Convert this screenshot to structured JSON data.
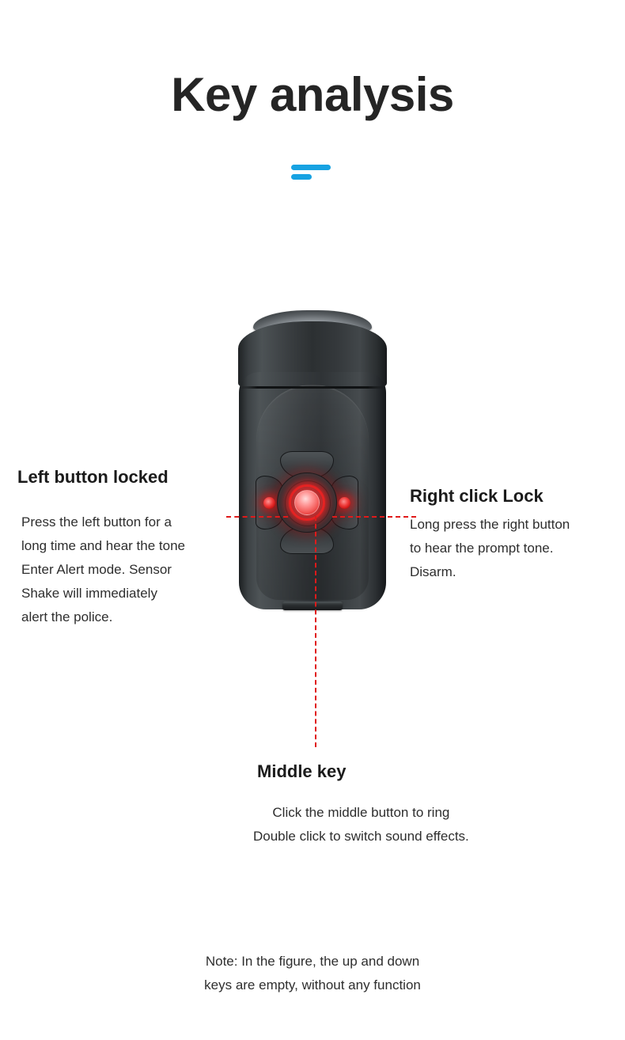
{
  "page": {
    "background_color": "#ffffff",
    "accent_color": "#17a2e2",
    "callout_line_color": "#e01a1a",
    "heading_color": "#1b1b1b",
    "body_text_color": "#2e2e2e"
  },
  "header": {
    "title": "Key analysis",
    "divider": {
      "icon": "double-bar-divider",
      "color": "#17a2e2"
    }
  },
  "device": {
    "name": "personal-alarm-device",
    "description": "Black cylindrical alarm with four-way directional keypad and glowing red center button",
    "parts": {
      "lens": "top-dome-lens",
      "cap": "upper-cap-cylinder",
      "body": "main-body",
      "panel": "arch-inset-panel",
      "foot": "bottom-foot-bar",
      "keypad": "four-way-keypad",
      "center_button": "center-ring-button",
      "led_left": "left-key-led",
      "led_right": "right-key-led"
    }
  },
  "callouts": [
    {
      "id": "left",
      "heading": "Left button locked",
      "lines": [
        "Press the left button for a",
        "long time and hear the tone",
        "Enter Alert mode. Sensor",
        "Shake will immediately",
        "alert the police."
      ]
    },
    {
      "id": "right",
      "heading": "Right click Lock",
      "lines": [
        "Long press the right button",
        "to hear the prompt tone.",
        "Disarm."
      ]
    },
    {
      "id": "middle",
      "heading": "Middle key",
      "lines": [
        "Click the middle button to ring",
        "Double click to switch sound effects."
      ]
    }
  ],
  "note": {
    "lines": [
      "Note: In the figure, the up and down",
      "keys are empty, without any function"
    ]
  }
}
